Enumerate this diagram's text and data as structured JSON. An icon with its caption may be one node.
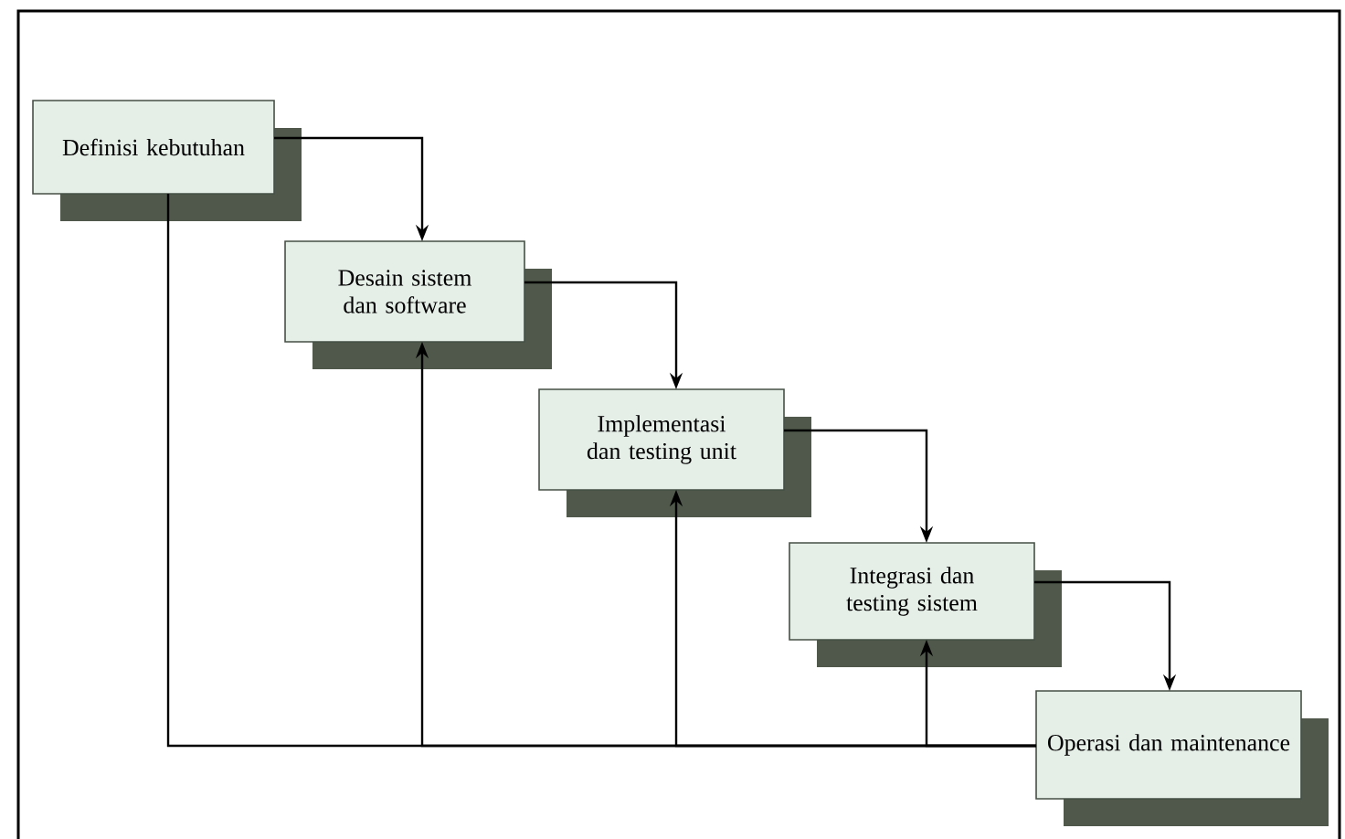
{
  "diagram": {
    "nodes": [
      {
        "text": [
          "Definisi kebutuhan"
        ]
      },
      {
        "text": [
          "Desain sistem dan software"
        ]
      },
      {
        "text": [
          "Implementasi dan testing unit"
        ]
      },
      {
        "text": [
          "Integrasi dan testing sistem"
        ]
      },
      {
        "text": [
          "Operasi dan maintenance"
        ]
      }
    ],
    "edges": [
      {
        "from": 0,
        "to": 1,
        "arrow": "to"
      },
      {
        "from": 1,
        "to": 2,
        "arrow": "to"
      },
      {
        "from": 2,
        "to": 3,
        "arrow": "to"
      },
      {
        "from": 3,
        "to": 4,
        "arrow": "to"
      },
      {
        "from": 4,
        "to": 1,
        "arrow": "to"
      },
      {
        "from": 4,
        "to": 2,
        "arrow": "to"
      },
      {
        "from": 4,
        "to": 3,
        "arrow": "to"
      },
      {
        "from": 4,
        "to": 0,
        "arrow": "none"
      }
    ]
  }
}
